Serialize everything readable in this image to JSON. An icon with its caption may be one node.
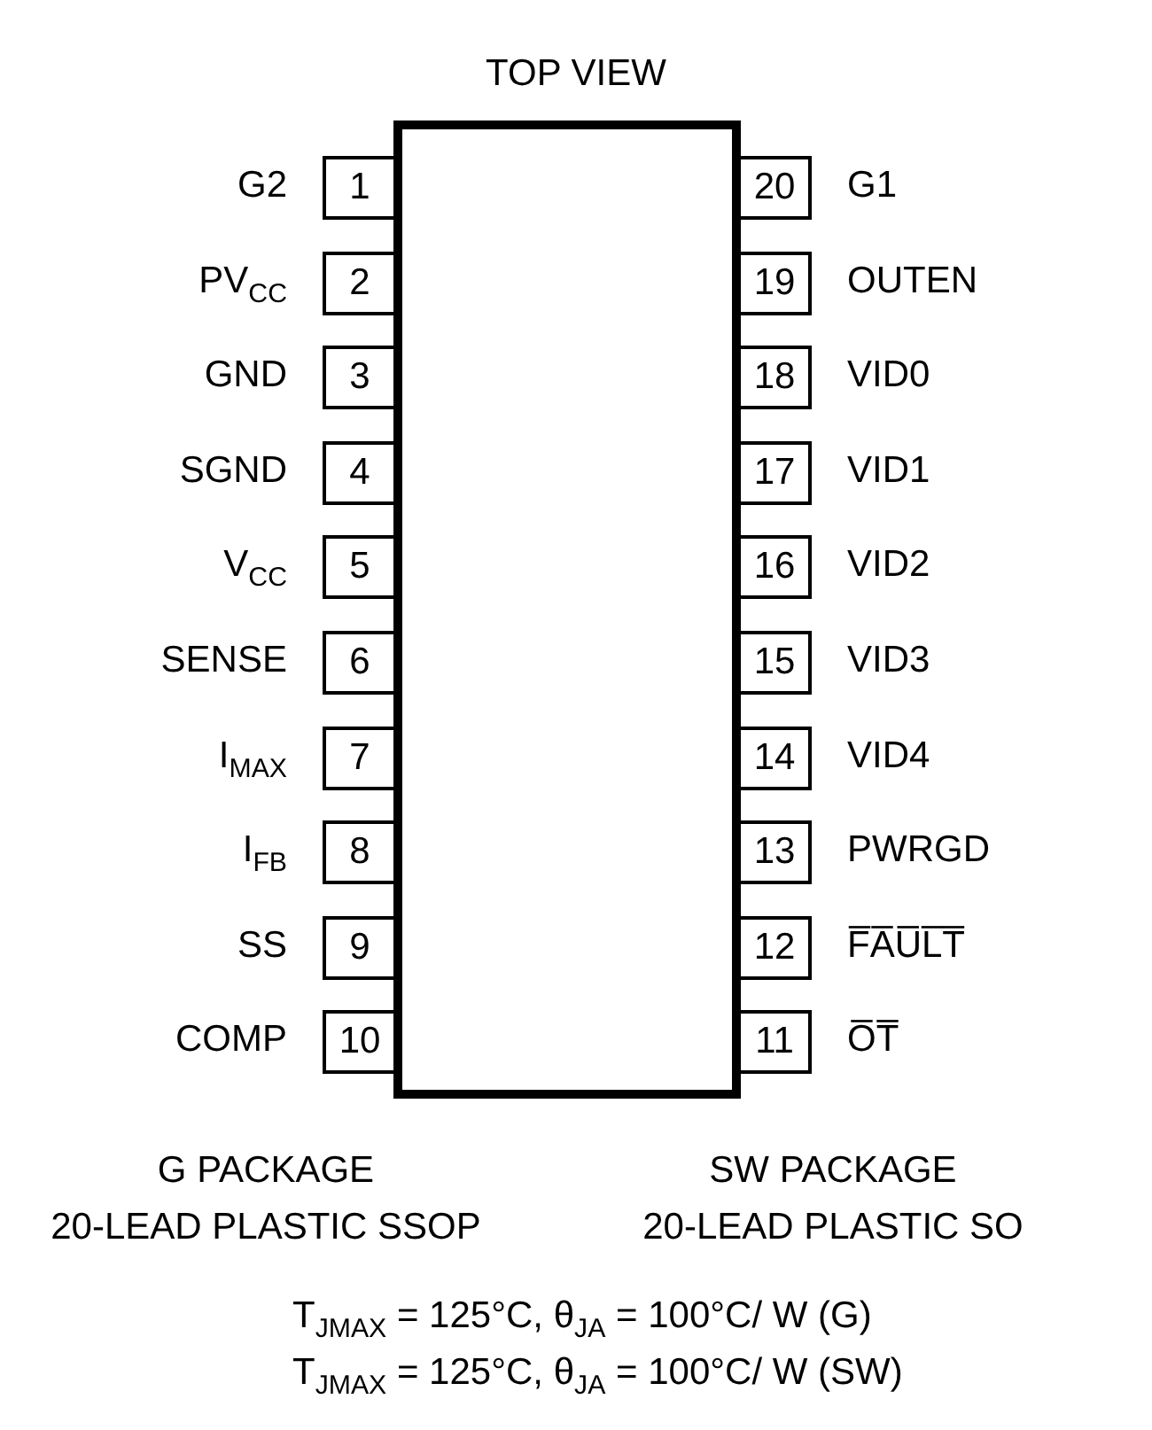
{
  "diagram": {
    "title": "TOP VIEW",
    "nodes": [
      {
        "text": [],
        "shape": "box"
      },
      {
        "text": [
          "1"
        ],
        "beside": [
          "G2"
        ]
      },
      {
        "text": [
          "2"
        ],
        "beside": [
          "PV$_{CC}$"
        ]
      },
      {
        "text": [
          "3"
        ],
        "beside": [
          "GND"
        ]
      },
      {
        "text": [
          "4"
        ],
        "beside": [
          "SGND"
        ]
      },
      {
        "text": [
          "5"
        ],
        "beside": [
          "V$_{CC}$"
        ]
      },
      {
        "text": [
          "6"
        ],
        "beside": [
          "SENSE"
        ]
      },
      {
        "text": [
          "7"
        ],
        "beside": [
          "I$_{MAX}$"
        ]
      },
      {
        "text": [
          "8"
        ],
        "beside": [
          "I$_{FB}$"
        ]
      },
      {
        "text": [
          "9"
        ],
        "beside": [
          "SS"
        ]
      },
      {
        "text": [
          "10"
        ],
        "beside": [
          "COMP"
        ]
      },
      {
        "text": [
          "20"
        ],
        "beside": [
          "G1"
        ]
      },
      {
        "text": [
          "19"
        ],
        "beside": [
          "OUTEN"
        ]
      },
      {
        "text": [
          "18"
        ],
        "beside": [
          "VID0"
        ]
      },
      {
        "text": [
          "17"
        ],
        "beside": [
          "VID1"
        ]
      },
      {
        "text": [
          "16"
        ],
        "beside": [
          "VID2"
        ]
      },
      {
        "text": [
          "15"
        ],
        "beside": [
          "VID3"
        ]
      },
      {
        "text": [
          "14"
        ],
        "beside": [
          "VID4"
        ]
      },
      {
        "text": [
          "13"
        ],
        "beside": [
          "PWRGD"
        ]
      },
      {
        "text": [
          "12"
        ],
        "beside": [
          "F̅A̅U̅L̅T̅"
        ]
      },
      {
        "text": [
          "11"
        ],
        "beside": [
          "O̅T̅"
        ]
      }
    ],
    "labels": [
      "G PACKAGE",
      "SW PACKAGE",
      "20-LEAD PLASTIC SSOP",
      "20-LEAD PLASTIC SO",
      "T$_{JMAX}$ = 125°C, θ$_{JA}$ = 100°C/ W (G)",
      "T$_{JMAX}$ = 125°C, θ$_{JA}$ = 100°C/ W (SW)"
    ]
  }
}
